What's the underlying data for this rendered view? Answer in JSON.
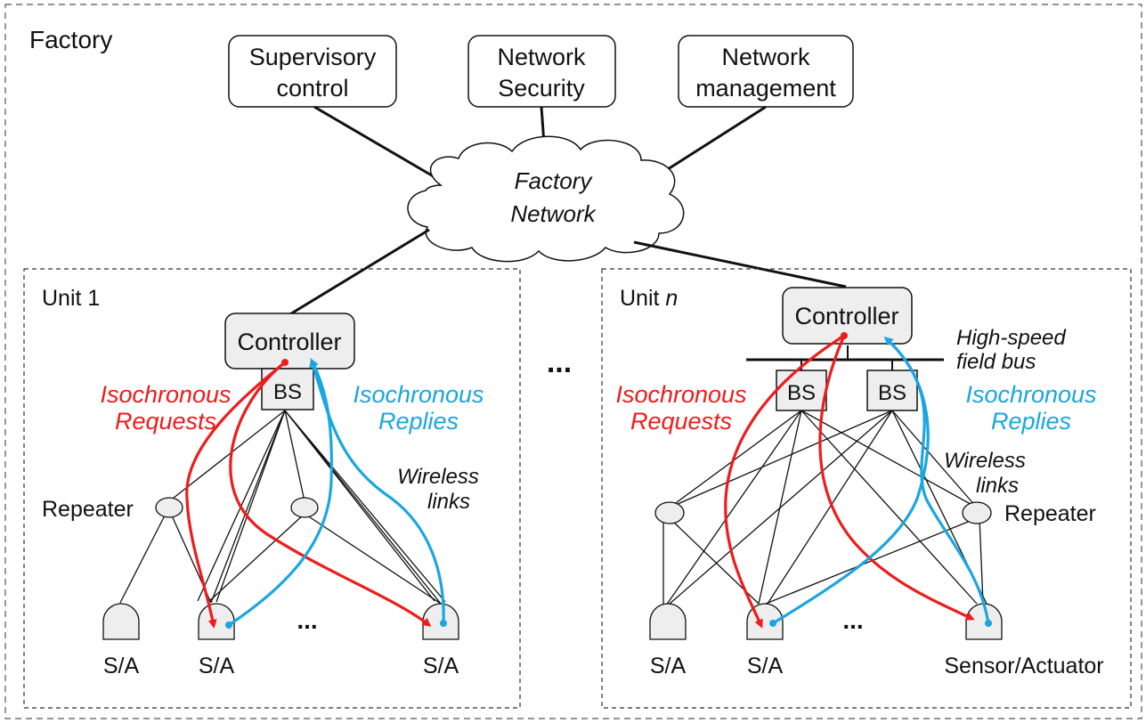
{
  "factory": {
    "label": "Factory"
  },
  "top_boxes": {
    "supervisory": [
      "Supervisory",
      "control"
    ],
    "security": [
      "Network",
      "Security"
    ],
    "management": [
      "Network",
      "management"
    ]
  },
  "cloud": {
    "line1": "Factory",
    "line2": "Network"
  },
  "unit1": {
    "label": "Unit 1",
    "controller": "Controller",
    "bs": "BS",
    "requests": [
      "Isochronous",
      "Requests"
    ],
    "replies": [
      "Isochronous",
      "Replies"
    ],
    "wireless": [
      "Wireless",
      "links"
    ],
    "repeater": "Repeater",
    "sa": [
      "S/A",
      "S/A",
      "S/A"
    ],
    "ellipsis": "..."
  },
  "unitn": {
    "label_prefix": "Unit ",
    "label_n": "n",
    "controller": "Controller",
    "bus": [
      "High-speed",
      "field bus"
    ],
    "bs": [
      "BS",
      "BS"
    ],
    "requests": [
      "Isochronous",
      "Requests"
    ],
    "replies": [
      "Isochronous",
      "Replies"
    ],
    "wireless": [
      "Wireless",
      "links"
    ],
    "repeater": "Repeater",
    "sa": [
      "S/A",
      "S/A",
      "Sensor/Actuator"
    ],
    "ellipsis": "..."
  },
  "middle_ellipsis": "...",
  "colors": {
    "request": "#ee1c1c",
    "reply": "#1aa6e0",
    "box_fill": "#eeeeee"
  }
}
